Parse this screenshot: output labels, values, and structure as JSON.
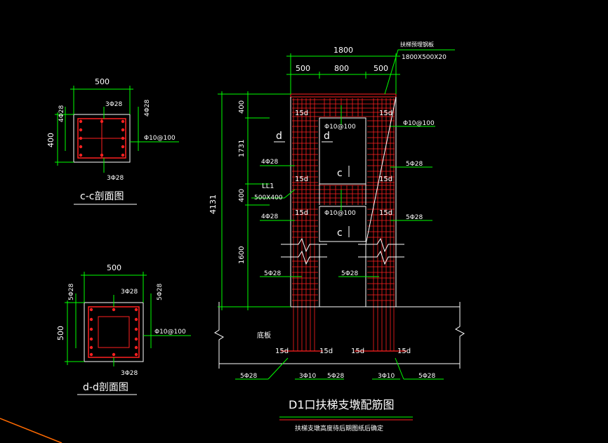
{
  "colors": {
    "background": "#000000",
    "outline": "#ffffff",
    "rebar": "#ff2020",
    "dimension": "#00ff00",
    "leader": "#00ff00",
    "cursor_line": "#ff6a00"
  },
  "section_cc": {
    "title": "c-c剖面图",
    "width_dim": "500",
    "height_dim": "400",
    "top_bars": "3Φ28",
    "bottom_bars": "3Φ28",
    "left_bars": "4Φ28",
    "right_bars": "4Φ28",
    "stirrup": "Φ10@100"
  },
  "section_dd": {
    "title": "d-d剖面图",
    "width_dim": "500",
    "height_dim": "500",
    "top_bars": "3Φ28",
    "bottom_bars": "3Φ28",
    "left_bars": "5Φ28",
    "right_bars": "5Φ28",
    "stirrup": "Φ10@100"
  },
  "elevation": {
    "title": "D1口扶梯支墩配筋图",
    "note": "扶梯支墩高度待后期图纸后确定",
    "plate_label": "扶梯预埋钢板",
    "plate_size": "1800X500X20",
    "dim_total_width": "1800",
    "dim_left": "500",
    "dim_mid": "800",
    "dim_right": "500",
    "dim_total_height": "4131",
    "dim_h1": "400",
    "dim_h2": "1731",
    "dim_h3": "400",
    "dim_h4": "1600",
    "section_mark_d": "d",
    "section_mark_c": "c",
    "beam_label": "LL1",
    "beam_size": "500X400",
    "anchor": "15d",
    "stirrup": "Φ10@100",
    "bars_4": "4Φ28",
    "bars_5": "5Φ28",
    "bars_3_10": "3Φ10",
    "slab_label": "底板"
  }
}
